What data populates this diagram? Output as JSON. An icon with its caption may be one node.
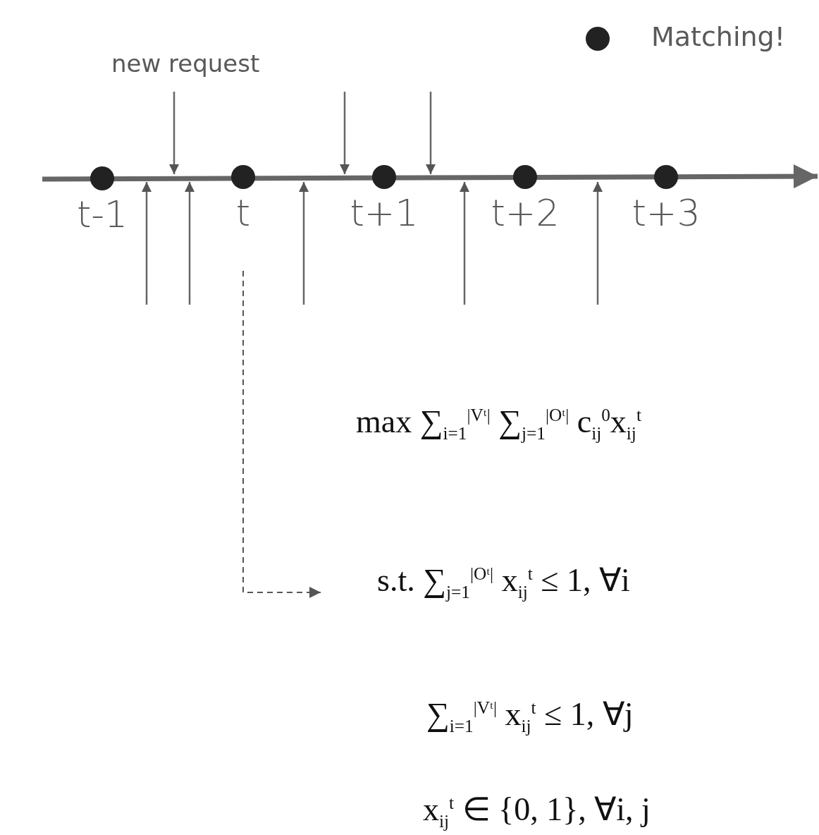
{
  "diagram": {
    "nodes": [
      {
        "text": [
          "t-1"
        ]
      },
      {
        "text": [
          "t"
        ]
      },
      {
        "text": [
          "t+1"
        ]
      },
      {
        "text": [
          "t+2"
        ]
      },
      {
        "text": [
          "t+3"
        ]
      },
      {
        "text": [
          "max ∑$_{i=1}$$^{|Vᵗ|}$ ∑$_{j=1}$$^{|Oᵗ|}$ c$_{ij}$$^{0}$x$_{ij}$$^{t}$",
          "s.t. ∑$_{j=1}$$^{|Oᵗ|}$ x$_{ij}$$^{t}$ ≤ 1, ∀i",
          "∑$_{i=1}$$^{|Vᵗ|}$ x$_{ij}$$^{t}$ ≤ 1, ∀j",
          "x$_{ij}$$^{t}$ ∈ {0, 1}, ∀i, j"
        ]
      }
    ],
    "edges": [
      {
        "from": 1,
        "to": 5,
        "arrow": "to",
        "style": "dashed"
      }
    ],
    "labels": [
      "new request"
    ],
    "legend": [
      {
        "text": "Matching!"
      }
    ]
  }
}
